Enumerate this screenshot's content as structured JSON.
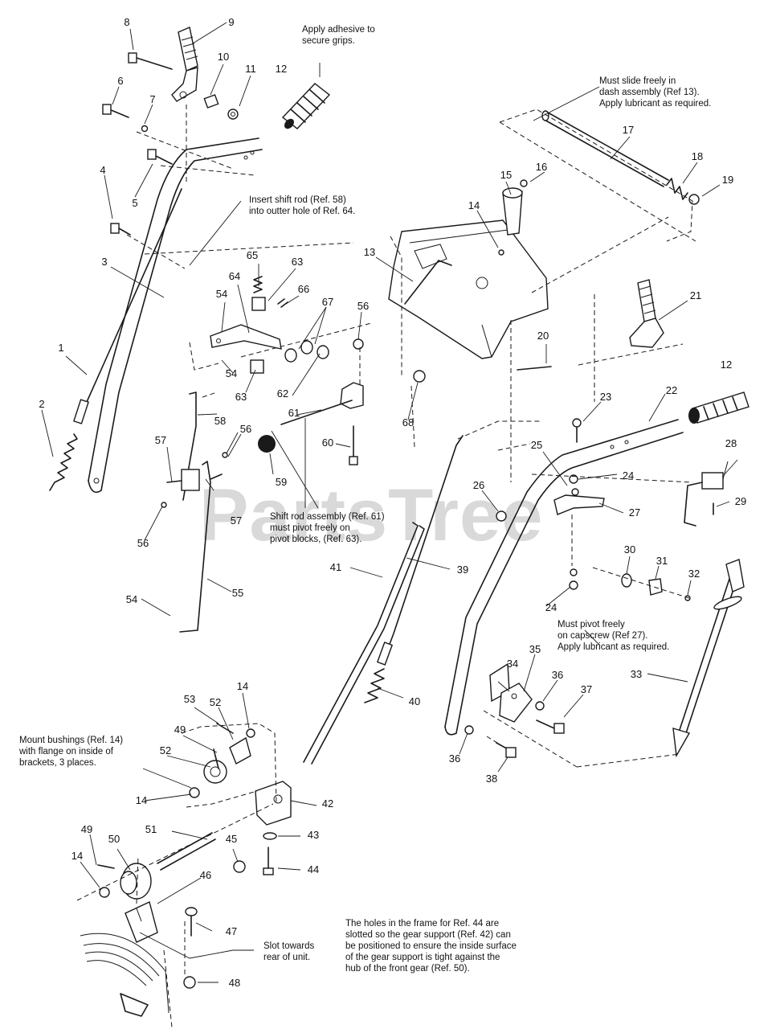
{
  "watermark": "PartsTree",
  "callouts": [
    "1",
    "2",
    "3",
    "4",
    "5",
    "6",
    "7",
    "8",
    "9",
    "10",
    "11",
    "12",
    "12",
    "13",
    "14",
    "14",
    "14",
    "14",
    "15",
    "16",
    "17",
    "18",
    "19",
    "20",
    "21",
    "22",
    "23",
    "24",
    "24",
    "25",
    "26",
    "27",
    "28",
    "29",
    "30",
    "31",
    "32",
    "33",
    "34",
    "35",
    "36",
    "36",
    "37",
    "38",
    "39",
    "40",
    "41",
    "42",
    "43",
    "44",
    "45",
    "46",
    "47",
    "48",
    "49",
    "49",
    "50",
    "51",
    "52",
    "52",
    "53",
    "54",
    "54",
    "54",
    "55",
    "56",
    "56",
    "56",
    "57",
    "57",
    "58",
    "59",
    "60",
    "61",
    "62",
    "63",
    "63",
    "64",
    "65",
    "66",
    "67",
    "68"
  ],
  "notes": {
    "adhesive": [
      "Apply adhesive to",
      "secure grips."
    ],
    "slide": [
      "Must slide freely in",
      "dash assembly (Ref 13).",
      "Apply lubricant as required."
    ],
    "insert": [
      "Insert shift rod (Ref. 58)",
      "into outter hole of Ref. 64."
    ],
    "shift_rod": [
      "Shift rod assembly (Ref. 61)",
      "must pivot freely on",
      "pivot blocks, (Ref. 63)."
    ],
    "pivot": [
      "Must pivot freely",
      "on capscrew (Ref 27).",
      "Apply lubricant as required."
    ],
    "bushings": [
      "Mount bushings (Ref. 14)",
      "with flange on inside of",
      "brackets, 3 places."
    ],
    "slot": [
      "Slot towards",
      "rear of unit."
    ],
    "holes": [
      "The holes in the frame for Ref. 44 are",
      "slotted so the gear support (Ref. 42) can",
      "be positioned to ensure the inside surface",
      "of the gear support is tight against the",
      "hub of the front gear (Ref. 50)."
    ]
  }
}
